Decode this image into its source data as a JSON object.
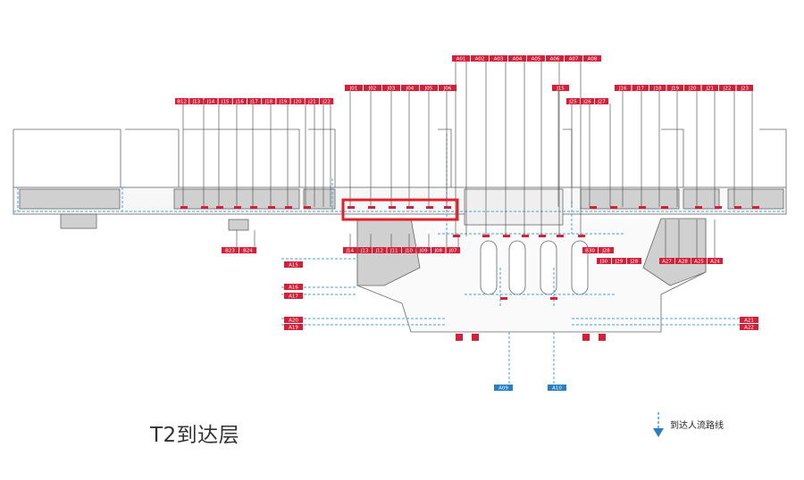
{
  "map": {
    "title": "T2到达层",
    "legend_label": "到达人流路线",
    "colors": {
      "tag_red": "#d4213a",
      "tag_blue": "#2a7fc1",
      "highlight": "#e0202b",
      "building": "#d0d0d0",
      "flow": "#4aa3df",
      "line": "#555555"
    },
    "tag_groups": [
      {
        "name": "top-center",
        "tags": [
          "A01",
          "A02",
          "A03",
          "A04",
          "A05",
          "A06",
          "A07",
          "A08"
        ]
      },
      {
        "name": "upper-center",
        "tags": [
          "J01",
          "J02",
          "J03",
          "J04",
          "J05",
          "J06"
        ]
      },
      {
        "name": "upper-left",
        "tags": [
          "B12",
          "J13",
          "J14",
          "J15",
          "J16",
          "J17",
          "J18",
          "J19",
          "J20",
          "J21",
          "J22"
        ]
      },
      {
        "name": "upper-right-a",
        "tags": [
          "J15"
        ]
      },
      {
        "name": "upper-right-b",
        "tags": [
          "J25",
          "J26",
          "J27"
        ]
      },
      {
        "name": "upper-right-c",
        "tags": [
          "J16",
          "J17",
          "J18",
          "J19",
          "J20",
          "J21",
          "J22",
          "J23"
        ]
      },
      {
        "name": "lower-left",
        "tags": [
          "B23",
          "B24"
        ]
      },
      {
        "name": "lower-center-a",
        "tags": [
          "J14",
          "J13",
          "J12",
          "J11",
          "J10",
          "J09",
          "J08",
          "J07"
        ]
      },
      {
        "name": "lower-center-b",
        "tags": [
          "B30",
          "J28"
        ]
      },
      {
        "name": "lower-center-c",
        "tags": [
          "J30",
          "J29",
          "J28"
        ]
      },
      {
        "name": "lower-right",
        "tags": [
          "A27",
          "A28",
          "A25",
          "A24"
        ]
      }
    ],
    "side_tags_left": [
      "A15",
      "A16",
      "A17",
      "A20",
      "A19"
    ],
    "side_tags_right": [
      "A21",
      "A22"
    ],
    "bottom_tags": [
      "A09",
      "A10"
    ]
  }
}
